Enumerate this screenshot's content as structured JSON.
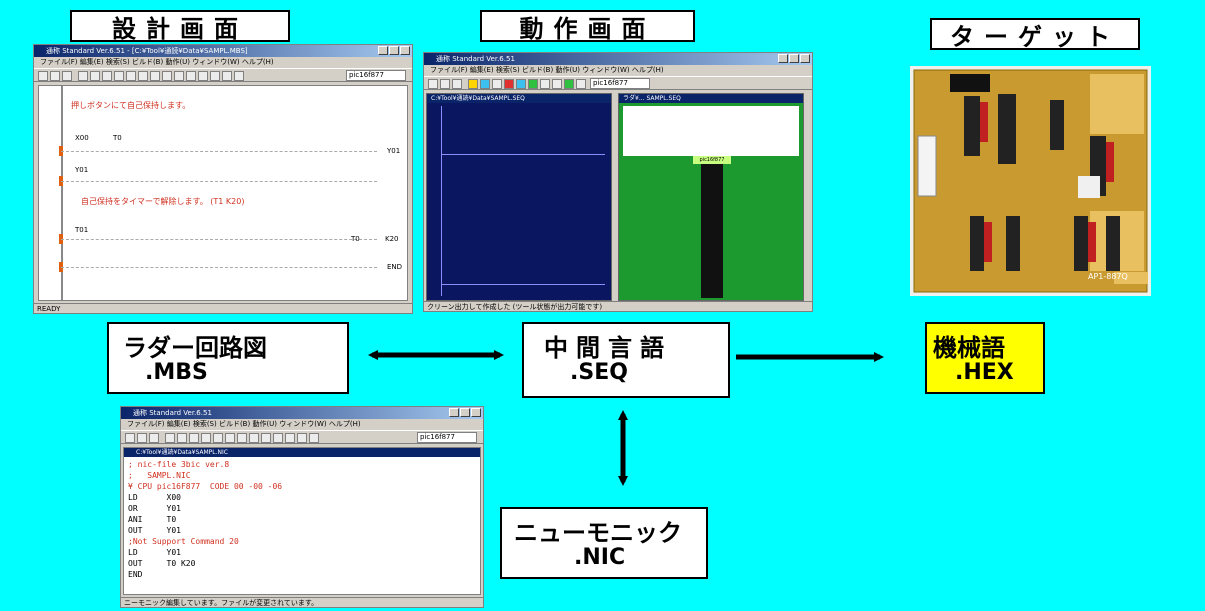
{
  "titles": {
    "design": "設計画面",
    "runtime": "動作画面",
    "target": "ターゲット"
  },
  "boxes": {
    "ladder": {
      "title": "ラダー回路図",
      "ext": ".MBS"
    },
    "intermediate": {
      "title": "中間言語",
      "ext": ".SEQ"
    },
    "machine": {
      "title": "機械語",
      "ext": ".HEX"
    },
    "mnemonic": {
      "title": "ニューモニック",
      "ext": ".NIC"
    }
  },
  "colors": {
    "background": "#00FFFF",
    "machine_box": "#FFFF00",
    "comment_red": "#D03020"
  },
  "design_window": {
    "title": "通称 Standard Ver.6.51 - [C:¥Tool¥通読¥Data¥SAMPL.MBS]",
    "menu": "ファイル(F)  編集(E)  検索(S)  ビルド(B)  動作(U)  ウィンドウ(W)  ヘルプ(H)",
    "device": "pic16f877",
    "comment1": "押しボタンにて自己保持します。",
    "comment2": "自己保持をタイマーで解除します。 (T1  K20)",
    "contacts": [
      "X00",
      "T0",
      "Y01",
      "T01"
    ],
    "coils": [
      "Y01",
      "T0",
      "K20",
      "END"
    ],
    "status": "READY"
  },
  "runtime_window": {
    "title": "通称 Standard Ver.6.51",
    "menu": "ファイル(F)  編集(E)  検索(S)  ビルド(B)  動作(U)  ウィンドウ(W)  ヘルプ(H)",
    "device": "pic16f877",
    "panel_left_title": "C:¥Tool¥通読¥Data¥SAMPL.SEQ",
    "panel_right_title": "ラダ¥...  SAMPL.SEQ",
    "chip_label": "pic16f877",
    "status": "クリーン出力して作成した  (ツール状態が出力可能です)"
  },
  "mnemonic_window": {
    "title": "通称 Standard Ver.6.51",
    "menu": "ファイル(F)  編集(E)  検索(S)  ビルド(B)  動作(U)  ウィンドウ(W)  ヘルプ(H)",
    "device": "pic16f877",
    "inner_title": "C:¥Tool¥通読¥Data¥SAMPL.NIC",
    "lines": [
      {
        "text": "; nic-file 3bic ver.8",
        "color": "#D03020"
      },
      {
        "text": ";   SAMPL.NIC",
        "color": "#D03020"
      },
      {
        "text": "¥ CPU pic16F877  CODE 00 -00 -06",
        "color": "#D03020"
      },
      {
        "text": "LD      X00",
        "color": "#000000"
      },
      {
        "text": "OR      Y01",
        "color": "#000000"
      },
      {
        "text": "ANI     T0",
        "color": "#000000"
      },
      {
        "text": "OUT     Y01",
        "color": "#000000"
      },
      {
        "text": ";Not Support Command 20",
        "color": "#D03020"
      },
      {
        "text": "LD      Y01",
        "color": "#000000"
      },
      {
        "text": "OUT     T0 K20",
        "color": "#000000"
      },
      {
        "text": "END",
        "color": "#000000"
      }
    ],
    "status": "ニーモニック編集しています。ファイルが変更されています。"
  },
  "pcb": {
    "label": "AP1-887Q"
  }
}
